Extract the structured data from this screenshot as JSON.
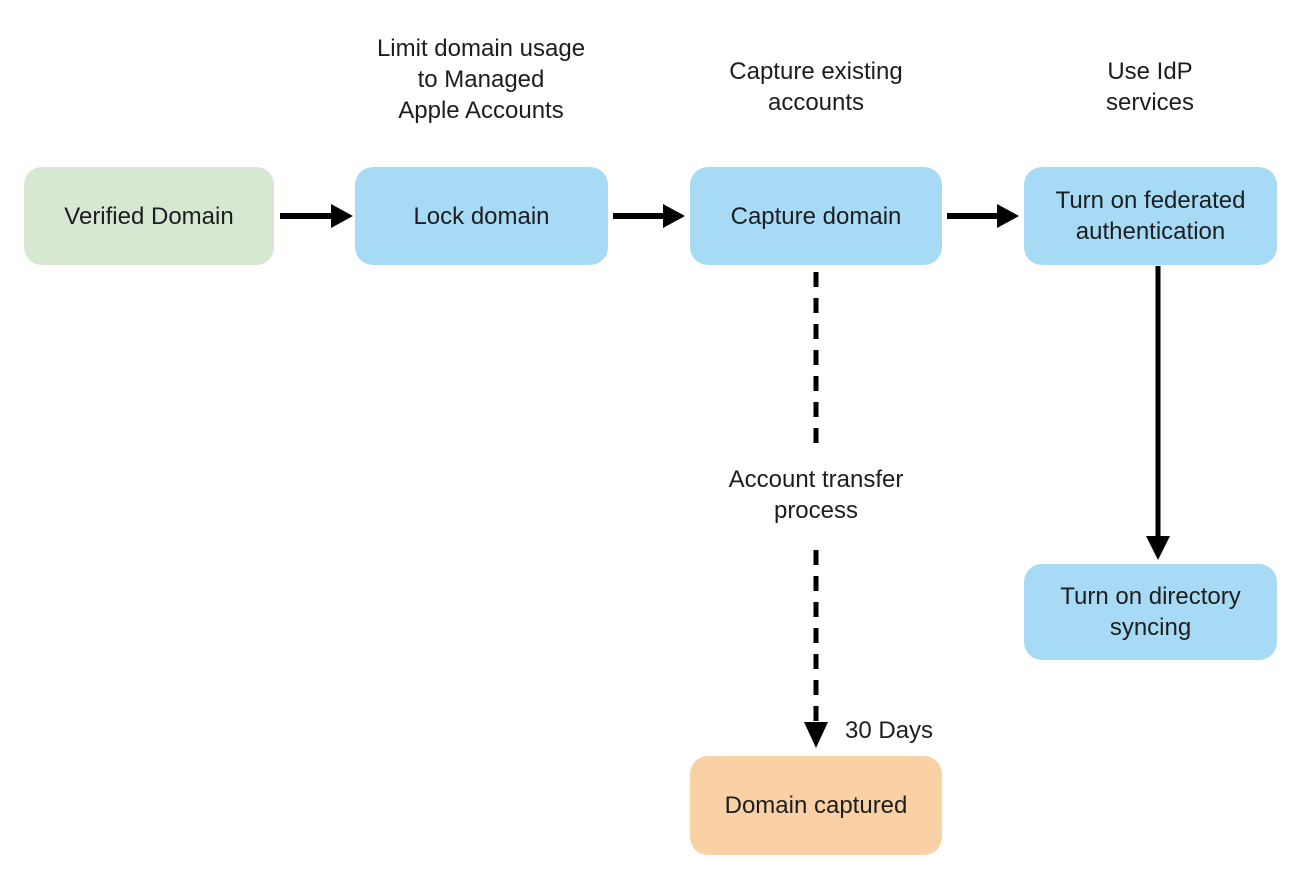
{
  "diagram": {
    "nodes": {
      "verified_domain": {
        "label": "Verified Domain",
        "fill": "#d6e8d2"
      },
      "lock_domain": {
        "label": "Lock domain",
        "fill": "#a7dbf5"
      },
      "capture_domain": {
        "label": "Capture domain",
        "fill": "#a7dbf5"
      },
      "federated_auth": {
        "label": "Turn on federated authentication",
        "fill": "#a7dbf5"
      },
      "directory_syncing": {
        "label": "Turn on directory syncing",
        "fill": "#a7dbf5"
      },
      "domain_captured": {
        "label": "Domain captured",
        "fill": "#fad1a4"
      }
    },
    "notes": {
      "above_lock_domain": "Limit domain usage\nto Managed\nApple Accounts",
      "above_capture_domain": "Capture existing\naccounts",
      "above_federated_auth": "Use IdP\nservices",
      "transfer_process": "Account transfer\nprocess",
      "transfer_duration": "30 Days"
    },
    "edges": [
      {
        "from": "verified_domain",
        "to": "lock_domain",
        "style": "solid"
      },
      {
        "from": "lock_domain",
        "to": "capture_domain",
        "style": "solid"
      },
      {
        "from": "capture_domain",
        "to": "federated_auth",
        "style": "solid"
      },
      {
        "from": "federated_auth",
        "to": "directory_syncing",
        "style": "solid"
      },
      {
        "from": "capture_domain",
        "to": "domain_captured",
        "style": "dashed"
      }
    ],
    "colors": {
      "arrow": "#000000",
      "text": "#1d1d1f",
      "background": "#ffffff"
    }
  }
}
